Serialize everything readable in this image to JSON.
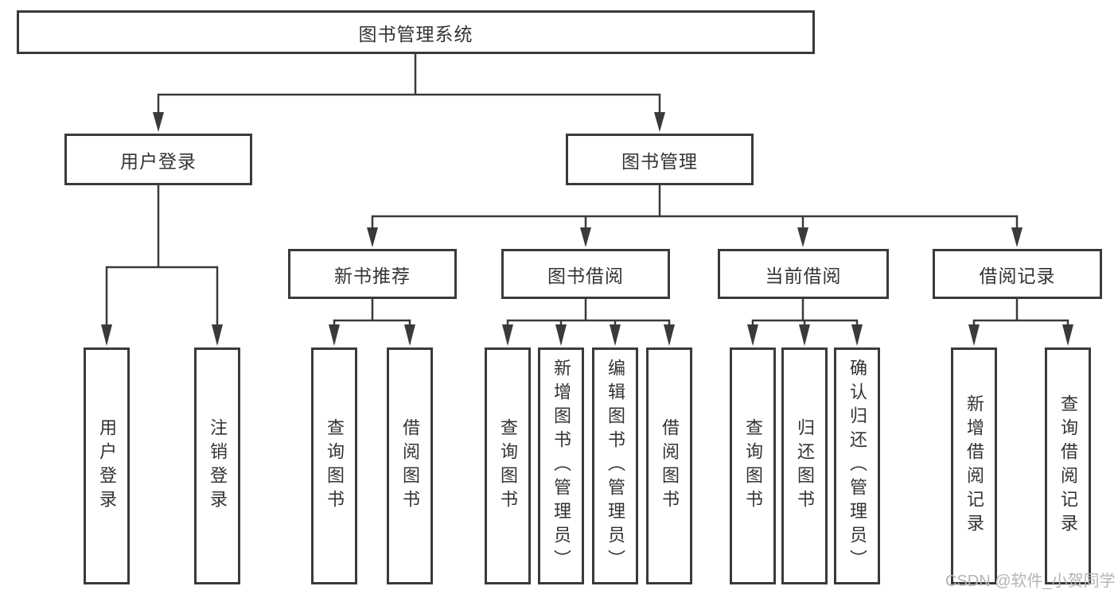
{
  "diagram": {
    "root": {
      "label": "图书管理系统"
    },
    "level2": [
      {
        "label": "用户登录"
      },
      {
        "label": "图书管理"
      }
    ],
    "level3": [
      {
        "label": "新书推荐",
        "parent": "图书管理"
      },
      {
        "label": "图书借阅",
        "parent": "图书管理"
      },
      {
        "label": "当前借阅",
        "parent": "图书管理"
      },
      {
        "label": "借阅记录",
        "parent": "图书管理"
      }
    ],
    "leaves": [
      {
        "label": "用户登录",
        "parent": "用户登录"
      },
      {
        "label": "注销登录",
        "parent": "用户登录"
      },
      {
        "label": "查询图书",
        "parent": "新书推荐"
      },
      {
        "label": "借阅图书",
        "parent": "新书推荐"
      },
      {
        "label": "查询图书",
        "parent": "图书借阅"
      },
      {
        "label": "新增图书（管理员）",
        "parent": "图书借阅"
      },
      {
        "label": "编辑图书（管理员）",
        "parent": "图书借阅"
      },
      {
        "label": "借阅图书",
        "parent": "图书借阅"
      },
      {
        "label": "查询图书",
        "parent": "当前借阅"
      },
      {
        "label": "归还图书",
        "parent": "当前借阅"
      },
      {
        "label": "确认归还（管理员）",
        "parent": "当前借阅"
      },
      {
        "label": "新增借阅记录",
        "parent": "借阅记录"
      },
      {
        "label": "查询借阅记录",
        "parent": "借阅记录"
      }
    ],
    "watermark": "CSDN @软件_小贺同学",
    "colors": {
      "line": "#3a3a3a",
      "text": "#333333",
      "watermark": "#b4b4b4",
      "background": "#ffffff"
    }
  }
}
